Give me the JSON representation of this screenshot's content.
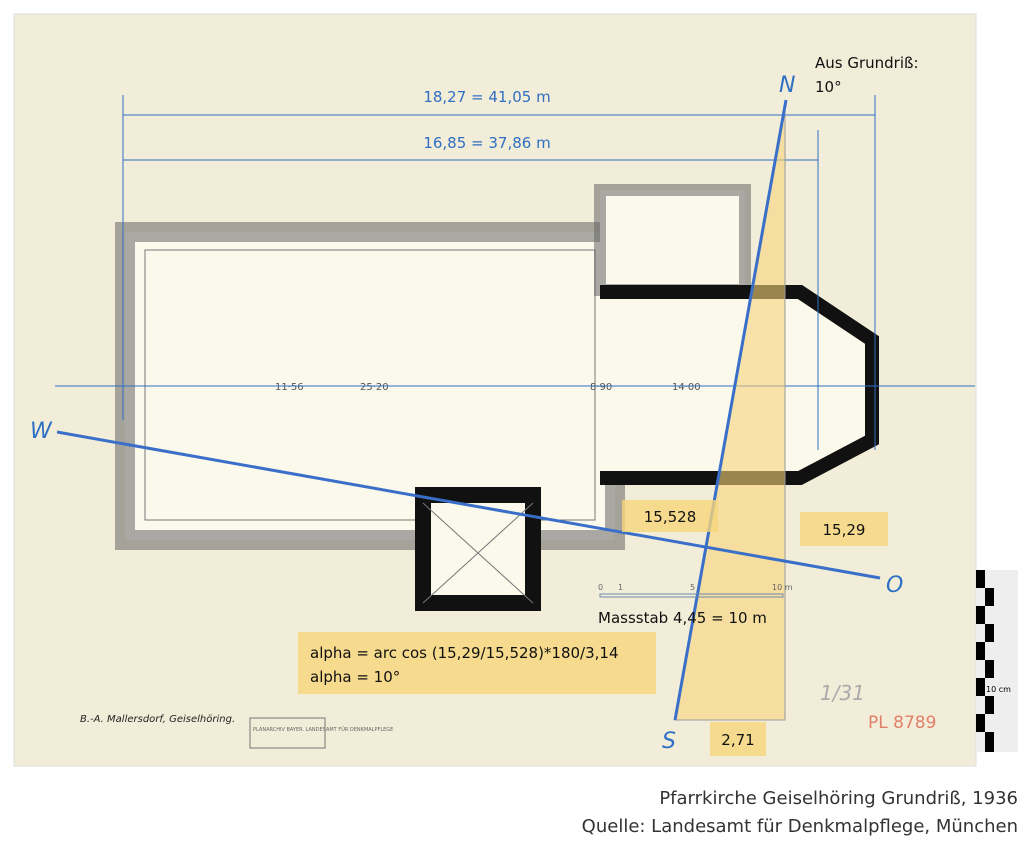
{
  "dimensions": {
    "total": "18,27 = 41,05 m",
    "inner": "16,85 = 37,86 m"
  },
  "note": {
    "line1": "Aus Grundriß:",
    "line2": "10°"
  },
  "compass": {
    "n": "N",
    "s": "S",
    "w": "W",
    "o": "O"
  },
  "measures": {
    "hyp": "15,528",
    "adj": "15,29",
    "opp": "2,71"
  },
  "formula": {
    "line1": "alpha = arc cos (15,29/15,528)*180/3,14",
    "line2": "alpha = 10°"
  },
  "scale": {
    "label": "Massstab 4,45 = 10 m",
    "ticks": [
      "0",
      "1",
      "5",
      "10 m"
    ]
  },
  "plan_labels": {
    "a": "25·20",
    "b": "11·56",
    "c": "8·90",
    "d": "14·00"
  },
  "handwriting": {
    "place": "B.-A. Mallersdorf, Geiselhöring.",
    "stamp": "PLANARCHIV BAYER. LANDESAMT FÜR DENKMALPFLEGE",
    "num": "1/31",
    "pl": "PL 8789"
  },
  "ruler": {
    "label": "10 cm"
  },
  "caption": {
    "title": "Pfarrkirche Geiselhöring Grundriß, 1936",
    "source": "Quelle: Landesamt für Denkmalpflege, München"
  },
  "colors": {
    "paper": "#f2edd8",
    "blue": "#2f6fc4",
    "highlight": "#f6d47a"
  }
}
